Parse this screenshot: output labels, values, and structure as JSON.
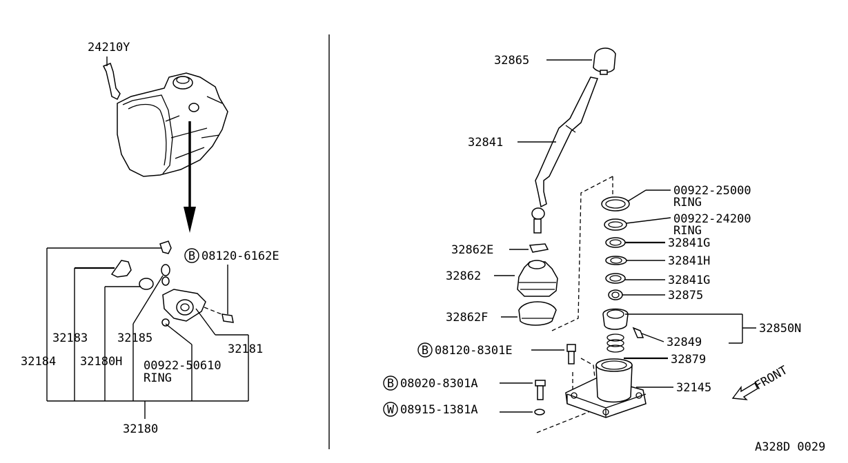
{
  "diagram": {
    "reference_code": "A328D 0029",
    "direction_label": "FRONT",
    "labels": {
      "p24210y": "24210Y",
      "p08120_6162e": "08120-6162E",
      "p32183": "32183",
      "p32185": "32185",
      "p32181": "32181",
      "p32184": "32184",
      "p32180h": "32180H",
      "p00922_50610": "00922-50610",
      "ring_50610": "RING",
      "p32180": "32180",
      "p32865": "32865",
      "p32841": "32841",
      "p00922_25000": "00922-25000",
      "ring_25000": "RING",
      "p00922_24200": "00922-24200",
      "ring_24200": "RING",
      "p32862e": "32862E",
      "p32841g_a": "32841G",
      "p32841h": "32841H",
      "p32862": "32862",
      "p32841g_b": "32841G",
      "p32875": "32875",
      "p32862f": "32862F",
      "p32850n": "32850N",
      "p32849": "32849",
      "p08120_8301e": "08120-8301E",
      "p32879": "32879",
      "p08020_8301a": "08020-8301A",
      "p32145": "32145",
      "p08915_1381a": "08915-1381A"
    },
    "badges": {
      "bolt_b": "B",
      "washer_w": "W"
    }
  }
}
